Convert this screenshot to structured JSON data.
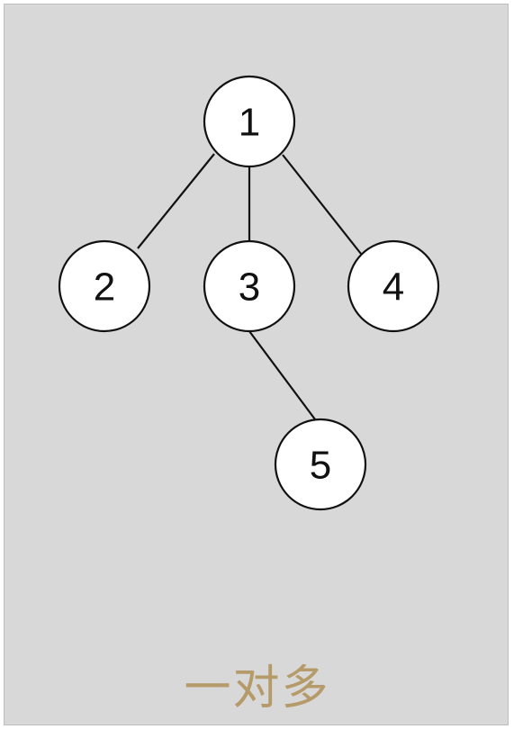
{
  "diagram": {
    "nodes": [
      {
        "id": "n1",
        "label": "1"
      },
      {
        "id": "n2",
        "label": "2"
      },
      {
        "id": "n3",
        "label": "3"
      },
      {
        "id": "n4",
        "label": "4"
      },
      {
        "id": "n5",
        "label": "5"
      }
    ],
    "edges": [
      {
        "from": "n1",
        "to": "n2"
      },
      {
        "from": "n1",
        "to": "n3"
      },
      {
        "from": "n1",
        "to": "n4"
      },
      {
        "from": "n3",
        "to": "n5"
      }
    ],
    "caption": "一对多",
    "caption_color": "#b59a6a",
    "node_fill": "#ffffff",
    "stroke_color": "#111111",
    "background_color": "#d8d8d8"
  }
}
